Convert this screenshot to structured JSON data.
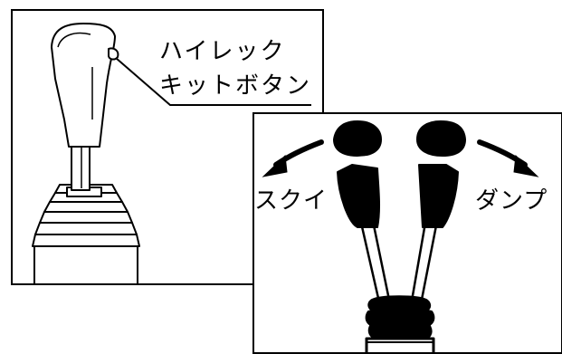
{
  "left_panel": {
    "label_line1": "ハイレック",
    "label_line2": "キットボタン"
  },
  "right_panel": {
    "label_left": "スクイ",
    "label_right": "ダンプ"
  },
  "colors": {
    "ink": "#000000",
    "paper": "#ffffff"
  }
}
